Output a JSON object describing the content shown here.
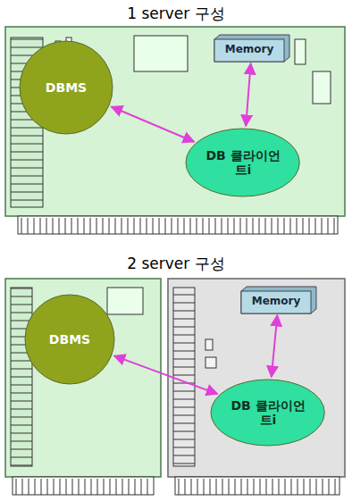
{
  "diagram": {
    "nodes": [
      {
        "text": [
          "DBMS"
        ]
      },
      {
        "text": [
          "Memory"
        ]
      },
      {
        "text": [
          "DB 클라이언트i"
        ]
      },
      {
        "text": [
          "DBMS"
        ]
      },
      {
        "text": [
          "Memory"
        ]
      },
      {
        "text": [
          "DB 클라이언트i"
        ]
      }
    ],
    "edges": [
      {
        "from": 0,
        "to": 2,
        "arrow": "both"
      },
      {
        "from": 1,
        "to": 2,
        "arrow": "both"
      },
      {
        "from": 3,
        "to": 5,
        "arrow": "both"
      },
      {
        "from": 4,
        "to": 5,
        "arrow": "both"
      }
    ],
    "labels": [
      "1 server 구성",
      "2 server 구성"
    ]
  }
}
